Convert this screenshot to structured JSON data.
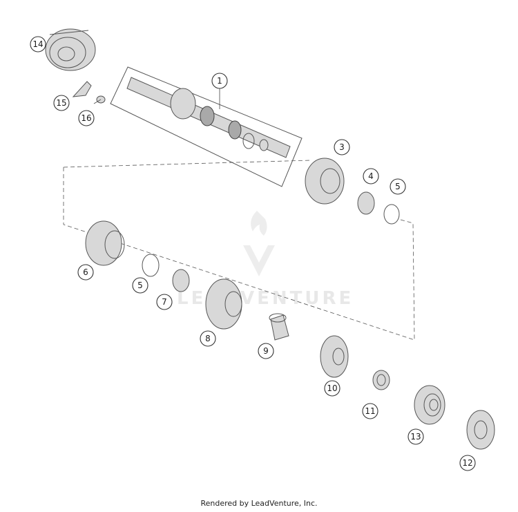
{
  "watermark": {
    "text": "LEADVENTURE"
  },
  "footer": {
    "text": "Rendered by LeadVenture, Inc."
  },
  "callouts": [
    "14",
    "15",
    "16",
    "1",
    "3",
    "4",
    "5",
    "6",
    "5",
    "7",
    "8",
    "9",
    "10",
    "11",
    "13",
    "12"
  ],
  "colors": {
    "line": "#555555",
    "fill": "#d8d8d8",
    "background": "#ffffff"
  }
}
